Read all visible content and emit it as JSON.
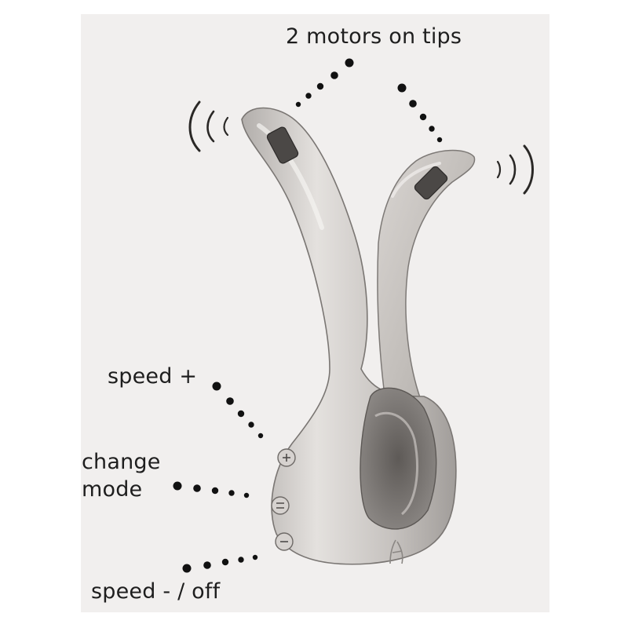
{
  "labels": {
    "motors": "2 motors on tips",
    "speed_up": "speed +",
    "change_mode_line1": "change",
    "change_mode_line2": "mode",
    "speed_down": "speed - / off"
  },
  "icons": [
    "plus-button-icon",
    "mode-button-icon",
    "minus-button-icon",
    "vibration-waves-icon",
    "motor-pad-icon",
    "brand-logo-icon"
  ],
  "colors": {
    "panel_background": "#f1efee",
    "text": "#1e1e1e",
    "body_shading": "#c9c6c3",
    "dots": "#111111"
  }
}
